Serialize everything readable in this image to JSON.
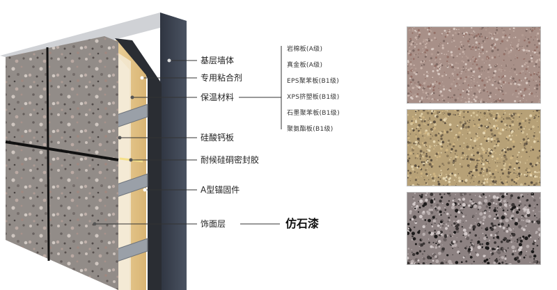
{
  "layer_labels": {
    "base_wall": "基层墙体",
    "adhesive": "专用粘合剂",
    "insulation": "保温材料",
    "calcium_silicate": "硅酸钙板",
    "sealant": "耐候硅硐密封胶",
    "anchor": "A型锚固件",
    "finish": "饰面层"
  },
  "insulation_options": [
    "岩棉板(A级)",
    "真金板(A级)",
    "EPS聚苯板(B1级)",
    "XPS挤塑板(B1级)",
    "石墨聚苯板(B1级)",
    "聚氨酯板(B1级)"
  ],
  "finish_product": "仿石漆",
  "colors": {
    "wall": "#3c4350",
    "wall_top": "#c9ccd1",
    "insulation": "#e8c98a",
    "panel_base": "#9a9490",
    "sample_1": "#a89088",
    "sample_2": "#b7a177",
    "sample_3": "#8d8282"
  }
}
